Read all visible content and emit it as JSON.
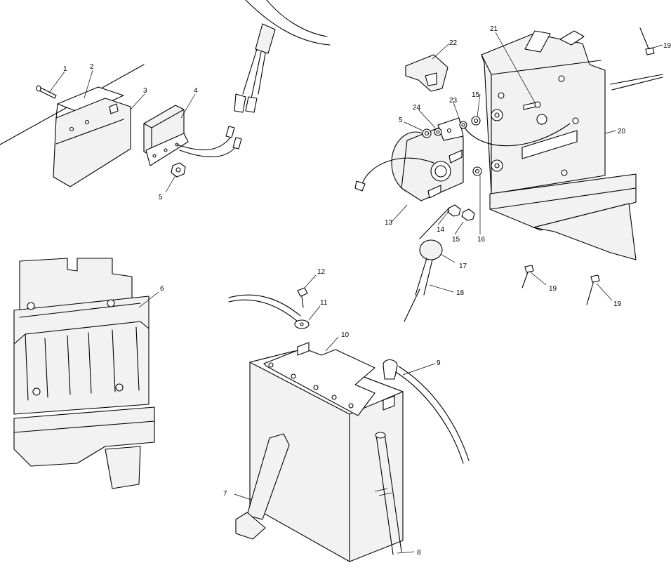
{
  "callouts": [
    {
      "id": "c1",
      "label": "1"
    },
    {
      "id": "c2",
      "label": "2"
    },
    {
      "id": "c3",
      "label": "3"
    },
    {
      "id": "c4",
      "label": "4"
    },
    {
      "id": "c5a",
      "label": "5"
    },
    {
      "id": "c6",
      "label": "6"
    },
    {
      "id": "c7",
      "label": "7"
    },
    {
      "id": "c8",
      "label": "8"
    },
    {
      "id": "c9",
      "label": "9"
    },
    {
      "id": "c10",
      "label": "10"
    },
    {
      "id": "c11",
      "label": "11"
    },
    {
      "id": "c12",
      "label": "12"
    },
    {
      "id": "c13",
      "label": "13"
    },
    {
      "id": "c14",
      "label": "14"
    },
    {
      "id": "c15a",
      "label": "15"
    },
    {
      "id": "c15b",
      "label": "15"
    },
    {
      "id": "c16",
      "label": "16"
    },
    {
      "id": "c17",
      "label": "17"
    },
    {
      "id": "c18",
      "label": "18"
    },
    {
      "id": "c19a",
      "label": "19"
    },
    {
      "id": "c19b",
      "label": "19"
    },
    {
      "id": "c19c",
      "label": "19"
    },
    {
      "id": "c20",
      "label": "20"
    },
    {
      "id": "c21",
      "label": "21"
    },
    {
      "id": "c22",
      "label": "22"
    },
    {
      "id": "c23",
      "label": "23"
    },
    {
      "id": "c24",
      "label": "24"
    },
    {
      "id": "c5b",
      "label": "5"
    }
  ]
}
